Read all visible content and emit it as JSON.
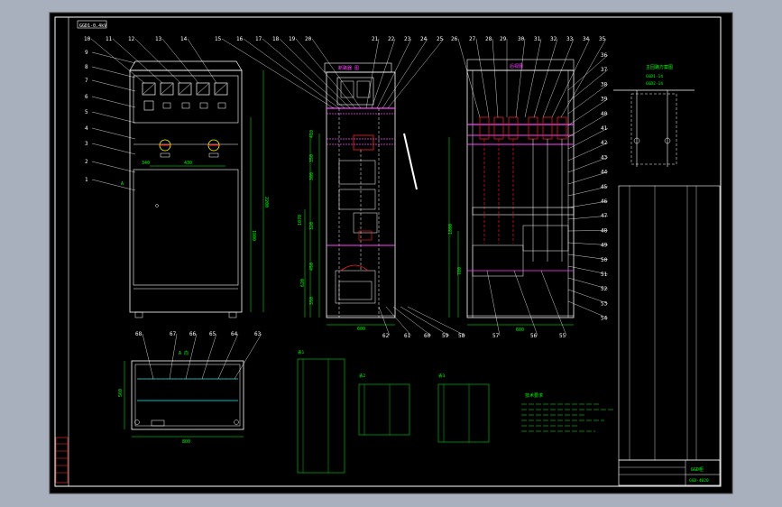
{
  "colors": {
    "viewport_bg": "#a9b0bd",
    "sheet_bg": "#000000",
    "frame": "#ffffff",
    "cabinet": "#ffffff",
    "dimension": "#00ff00",
    "busbar": "#ff00ff",
    "component": "#ff0000",
    "leader": "#ffffff",
    "table_text": "#00ff00",
    "accent_cyan": "#00ffff",
    "notes": "#00ff00"
  },
  "title_tag": "GGD1-0.4kV",
  "callouts_left": [
    "1",
    "2",
    "3",
    "4",
    "5",
    "6",
    "7",
    "8",
    "9"
  ],
  "callouts_top_front": [
    "10",
    "11",
    "12",
    "13",
    "14"
  ],
  "callouts_top_side": [
    "15",
    "16",
    "17",
    "18",
    "19",
    "20",
    "21",
    "22",
    "23",
    "24",
    "25"
  ],
  "callouts_top_rear": [
    "26",
    "27",
    "28",
    "29",
    "30",
    "31",
    "32",
    "33",
    "34",
    "35"
  ],
  "callouts_right": [
    "36",
    "37",
    "38",
    "39",
    "40",
    "41",
    "42",
    "43",
    "44",
    "45",
    "46",
    "47",
    "48",
    "49",
    "50",
    "51",
    "52",
    "53",
    "54"
  ],
  "callouts_bottom_side": [
    "62",
    "61",
    "60",
    "59",
    "58"
  ],
  "callouts_bottom_rear": [
    "57",
    "56",
    "55"
  ],
  "callouts_plan": [
    "68",
    "67",
    "66",
    "65",
    "64",
    "63"
  ],
  "dimensions": {
    "front_width": "430",
    "front_offset": "340",
    "front_height_total": "2200",
    "front_height_body": "1800",
    "side_depth": "600",
    "side_heights": [
      "410",
      "350",
      "300",
      "1070",
      "320",
      "620",
      "450",
      "350"
    ],
    "rear_height": "1800",
    "rear_base": "780",
    "rear_width": "600",
    "plan_width": "800",
    "plan_depth": "560"
  },
  "labels": {
    "side_panel_tag": "断路器 图",
    "rear_panel_tag": "后视图",
    "plan_title": "A 向",
    "schematic_title": "主回路方案图",
    "schematic_line1": "GGD1-14",
    "schematic_line2": "GGD2-14"
  },
  "tables": {
    "t1_title": "表1",
    "t2_title": "表2",
    "t3_title": "表3",
    "notes_title": "技术要求"
  },
  "title_block": {
    "drawing_name": "GGD柜",
    "drawing_no": "GGD-4020"
  }
}
